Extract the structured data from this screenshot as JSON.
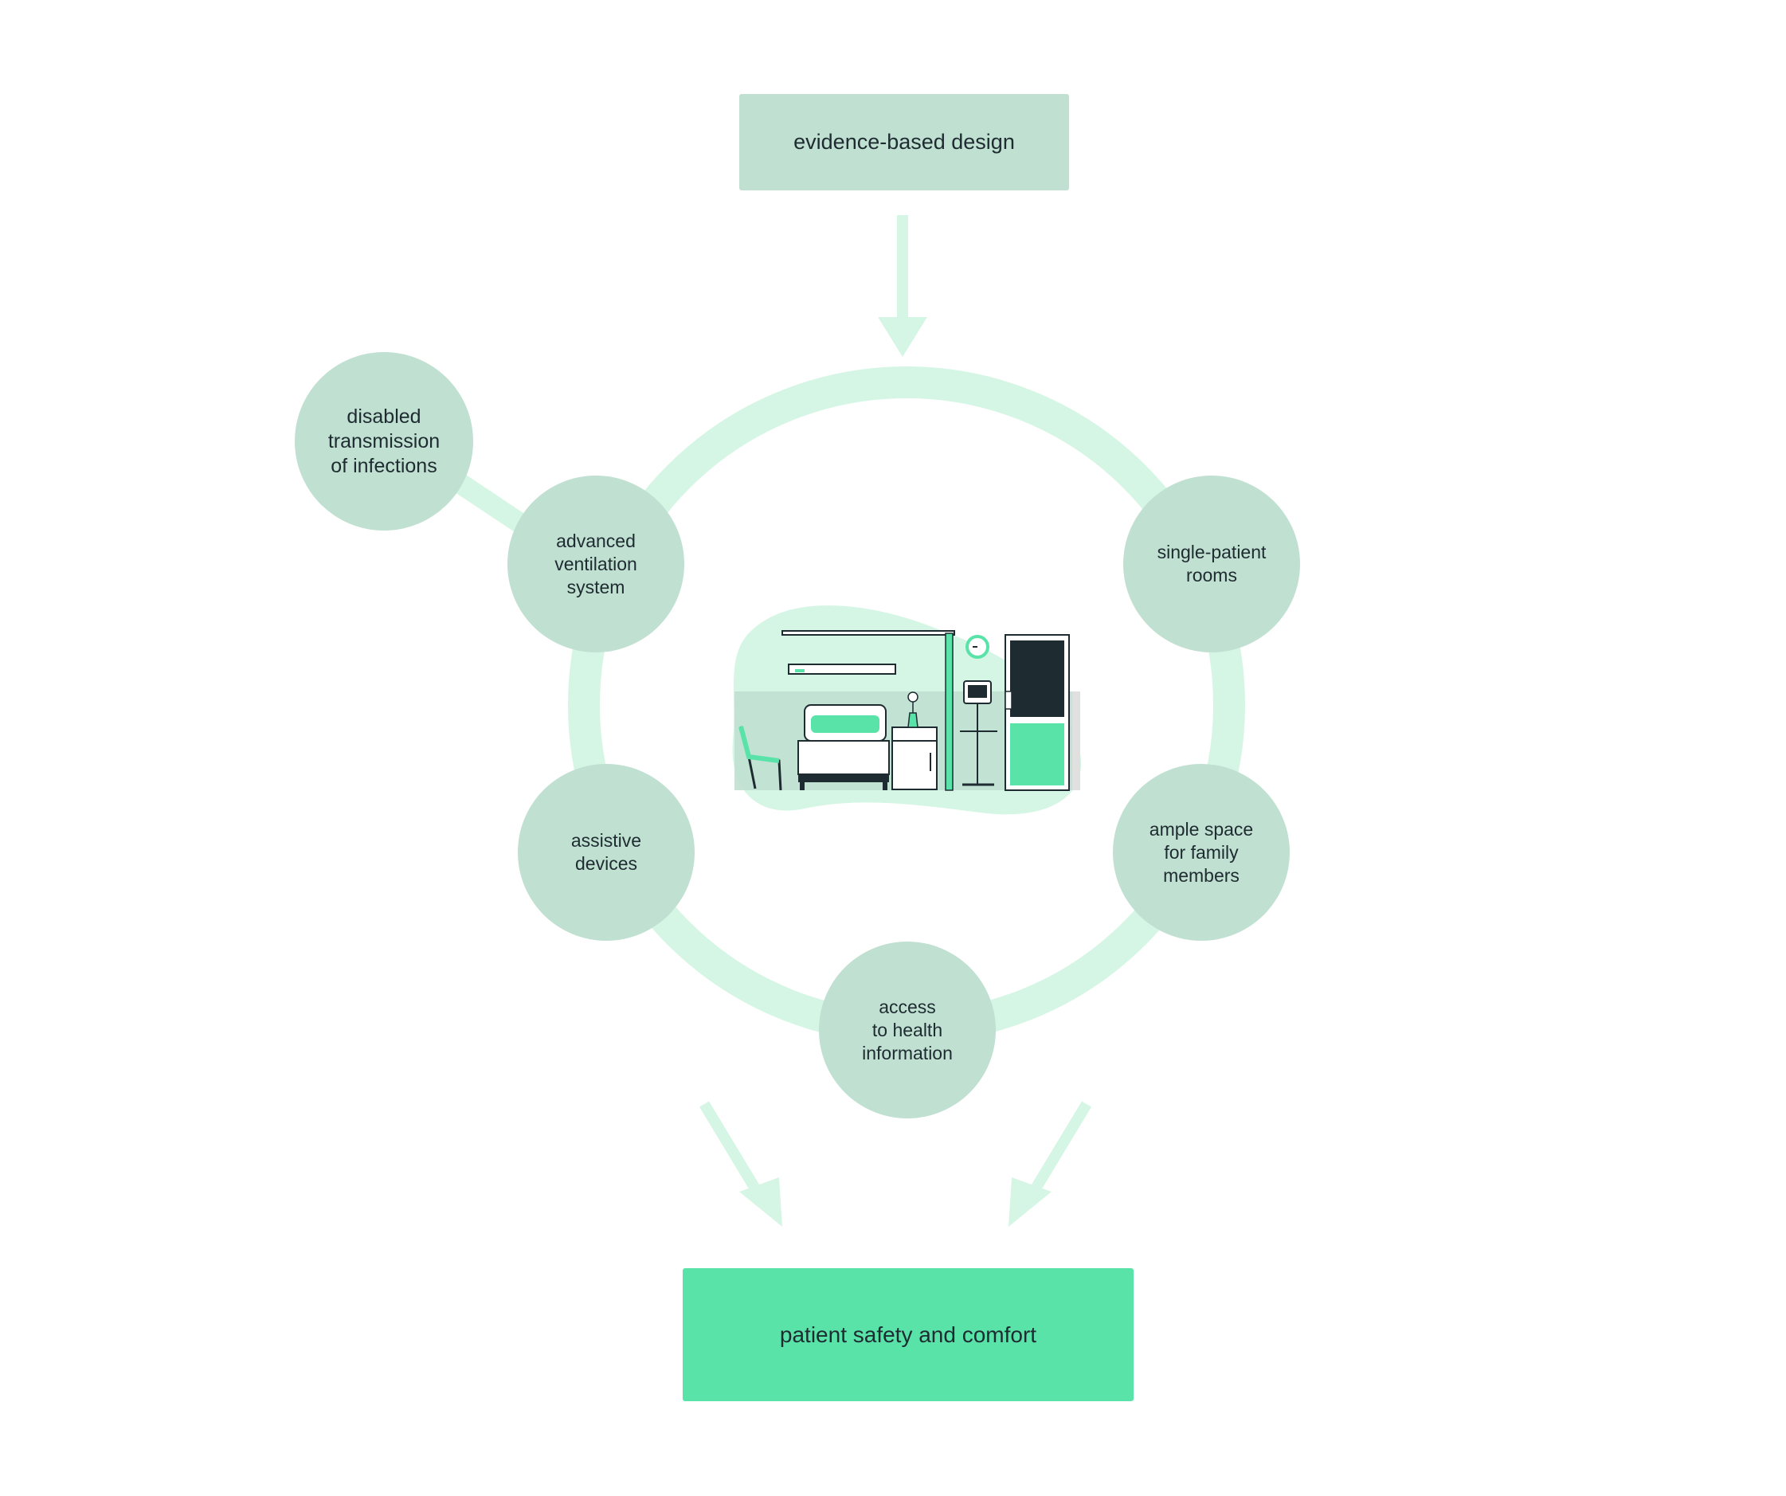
{
  "colors": {
    "node_fill": "#c0e0d1",
    "ring": "#d6f6e5",
    "accent": "#5ae3a8",
    "text": "#1e2b31",
    "dark": "#1e2b31"
  },
  "top_box": {
    "label": "evidence-based design"
  },
  "bottom_box": {
    "label": "patient safety and comfort"
  },
  "nodes": {
    "disabled": "disabled\ntransmission\nof infections",
    "ventilation": "advanced\nventilation\nsystem",
    "single": "single-patient\nrooms",
    "assistive": "assistive\ndevices",
    "ample": "ample space\nfor family\nmembers",
    "access": "access\nto health\ninformation"
  },
  "illustration": {
    "subject": "hospital-room-illustration"
  }
}
